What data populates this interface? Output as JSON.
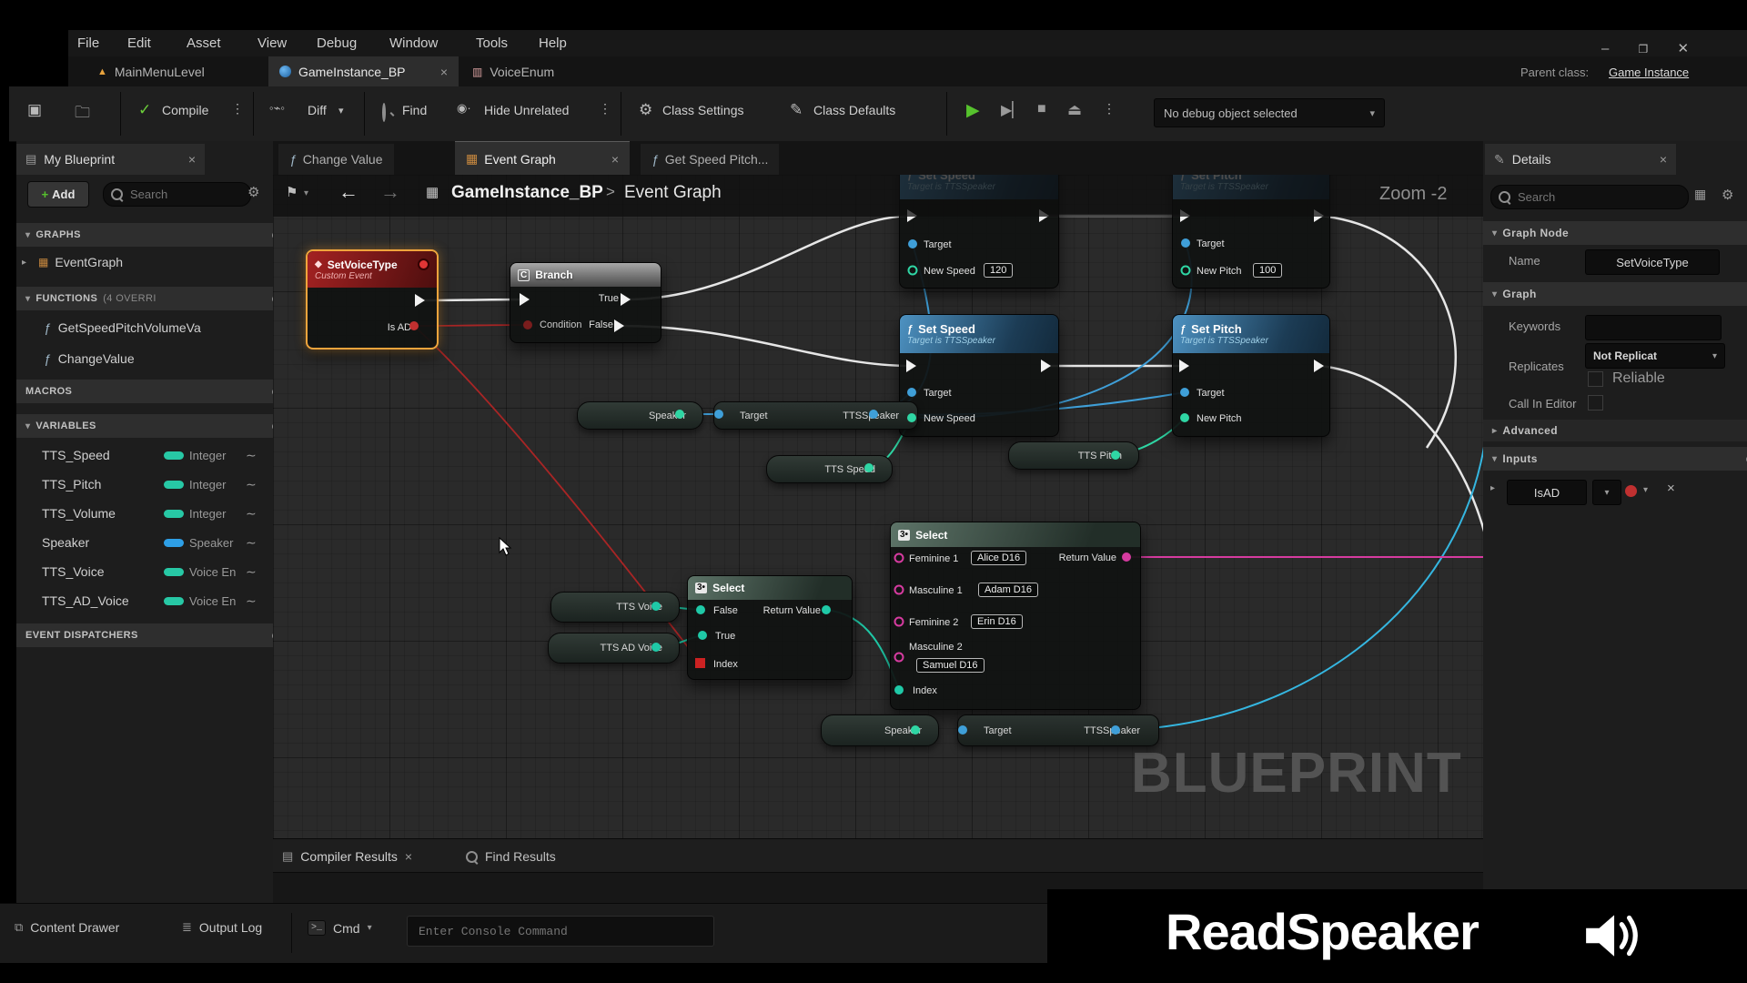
{
  "window": {
    "menus": [
      "File",
      "Edit",
      "Asset",
      "View",
      "Debug",
      "Window",
      "Tools",
      "Help"
    ],
    "asset_tabs": [
      {
        "label": "MainMenuLevel"
      },
      {
        "label": "GameInstance_BP"
      },
      {
        "label": "VoiceEnum"
      }
    ],
    "parent_class_label": "Parent class:",
    "parent_class_value": "Game Instance",
    "controls": {
      "minimize": "–",
      "maximize": "❐",
      "close": "✕"
    }
  },
  "toolbar": {
    "compile": "Compile",
    "diff": "Diff",
    "find": "Find",
    "hide_unrelated": "Hide Unrelated",
    "class_settings": "Class Settings",
    "class_defaults": "Class Defaults",
    "debug_select": "No debug object selected"
  },
  "my_blueprint": {
    "title": "My Blueprint",
    "add_label": "Add",
    "search_placeholder": "Search",
    "sections": {
      "graphs": "GRAPHS",
      "functions": "FUNCTIONS",
      "functions_suffix": "(4 OVERRI",
      "macros": "MACROS",
      "variables": "VARIABLES",
      "event_dispatchers": "EVENT DISPATCHERS"
    },
    "graph_items": [
      "EventGraph"
    ],
    "function_items": [
      "GetSpeedPitchVolumeVa",
      "ChangeValue"
    ],
    "variables": [
      {
        "name": "TTS_Speed",
        "type": "Integer"
      },
      {
        "name": "TTS_Pitch",
        "type": "Integer"
      },
      {
        "name": "TTS_Volume",
        "type": "Integer"
      },
      {
        "name": "Speaker",
        "type": "Speaker"
      },
      {
        "name": "TTS_Voice",
        "type": "Voice En"
      },
      {
        "name": "TTS_AD_Voice",
        "type": "Voice En"
      }
    ]
  },
  "graph": {
    "doc_tabs": [
      "Change Value",
      "Event Graph",
      "Get Speed Pitch..."
    ],
    "breadcrumb": {
      "root": "GameInstance_BP",
      "sep": ">",
      "leaf": "Event Graph"
    },
    "zoom_label": "Zoom -2",
    "watermark": "BLUEPRINT",
    "nodes": {
      "set_voice_type": {
        "title": "SetVoiceType",
        "subtitle": "Custom Event",
        "out_pin": "Is AD"
      },
      "branch": {
        "title": "Branch",
        "true": "True",
        "false": "False",
        "condition": "Condition"
      },
      "set_speed_top": {
        "title": "Set Speed",
        "subtitle": "Target is TTSSpeaker",
        "target": "Target",
        "param": "New Speed",
        "value": "120"
      },
      "set_pitch_top": {
        "title": "Set Pitch",
        "subtitle": "Target is TTSSpeaker",
        "target": "Target",
        "param": "New Pitch",
        "value": "100"
      },
      "set_speed": {
        "title": "Set Speed",
        "subtitle": "Target is TTSSpeaker",
        "target": "Target",
        "param": "New Speed"
      },
      "set_pitch": {
        "title": "Set Pitch",
        "subtitle": "Target is TTSSpeaker",
        "target": "Target",
        "param": "New Pitch"
      },
      "speaker_var": {
        "label": "Speaker"
      },
      "target_node": {
        "target": "Target",
        "value": "TTSSpeaker"
      },
      "tts_speed_var": {
        "label": "TTS Speed"
      },
      "tts_pitch_var": {
        "label": "TTS Pitch"
      },
      "tts_voice_var": {
        "label": "TTS Voice"
      },
      "tts_ad_voice_var": {
        "label": "TTS AD Voice"
      },
      "select_small": {
        "title": "Select",
        "false": "False",
        "true": "True",
        "index": "Index",
        "return": "Return Value"
      },
      "select_big": {
        "title": "Select",
        "rows": [
          {
            "label": "Feminine 1",
            "value": "Alice D16"
          },
          {
            "label": "Masculine 1",
            "value": "Adam D16"
          },
          {
            "label": "Feminine 2",
            "value": "Erin D16"
          },
          {
            "label": "Masculine 2",
            "value": "Samuel D16"
          }
        ],
        "index": "Index",
        "return": "Return Value"
      },
      "speaker_var2": {
        "label": "Speaker"
      },
      "target_node2": {
        "target": "Target",
        "value": "TTSSpeaker"
      }
    }
  },
  "details": {
    "title": "Details",
    "search_placeholder": "Search",
    "sections": {
      "graph_node": "Graph Node",
      "graph": "Graph",
      "advanced": "Advanced",
      "inputs": "Inputs"
    },
    "fields": {
      "name_label": "Name",
      "name_value": "SetVoiceType",
      "keywords_label": "Keywords",
      "replicates_label": "Replicates",
      "replicates_value": "Not Replicat",
      "reliable_label": "Reliable",
      "call_in_editor_label": "Call In Editor",
      "input_name": "IsAD"
    }
  },
  "bottom": {
    "compiler_results": "Compiler Results",
    "find_results": "Find Results",
    "content_drawer": "Content Drawer",
    "output_log": "Output Log",
    "cmd": "Cmd",
    "console_placeholder": "Enter Console Command"
  },
  "branding": {
    "readspeaker": "ReadSpeaker"
  },
  "icons": {
    "kebab": "⋮",
    "chev": "▾",
    "play": "▶",
    "stop": "■",
    "eject": "⏏",
    "gear": "⚙",
    "pencil": "✎",
    "func": "ƒ",
    "grid": "▦",
    "plus": "⊕",
    "close": "×",
    "caret_r": "▸",
    "caret_d": "▾",
    "flag": "⚑",
    "back": "←",
    "fwd": "→",
    "wave": "∼",
    "book": "▤",
    "diamond": "◆",
    "branch_c": "C",
    "select3": "3•",
    "clipboard": "▤",
    "gt": "❯"
  },
  "colors": {
    "exec_wire": "#e6e6e6",
    "object_pin": "#3f9fd8",
    "int_pin": "#2fd6a4",
    "bool_pin": "#b02a2a",
    "enum_pin": "#1fc9a7",
    "wildcard_pin": "#d63ba0",
    "cyan_wire": "#35b6e0",
    "selection": "#f0a43c",
    "compile_green": "#6ccf3a",
    "speaker_type": "#2e9fe6",
    "integer_type": "#27c8a5"
  }
}
